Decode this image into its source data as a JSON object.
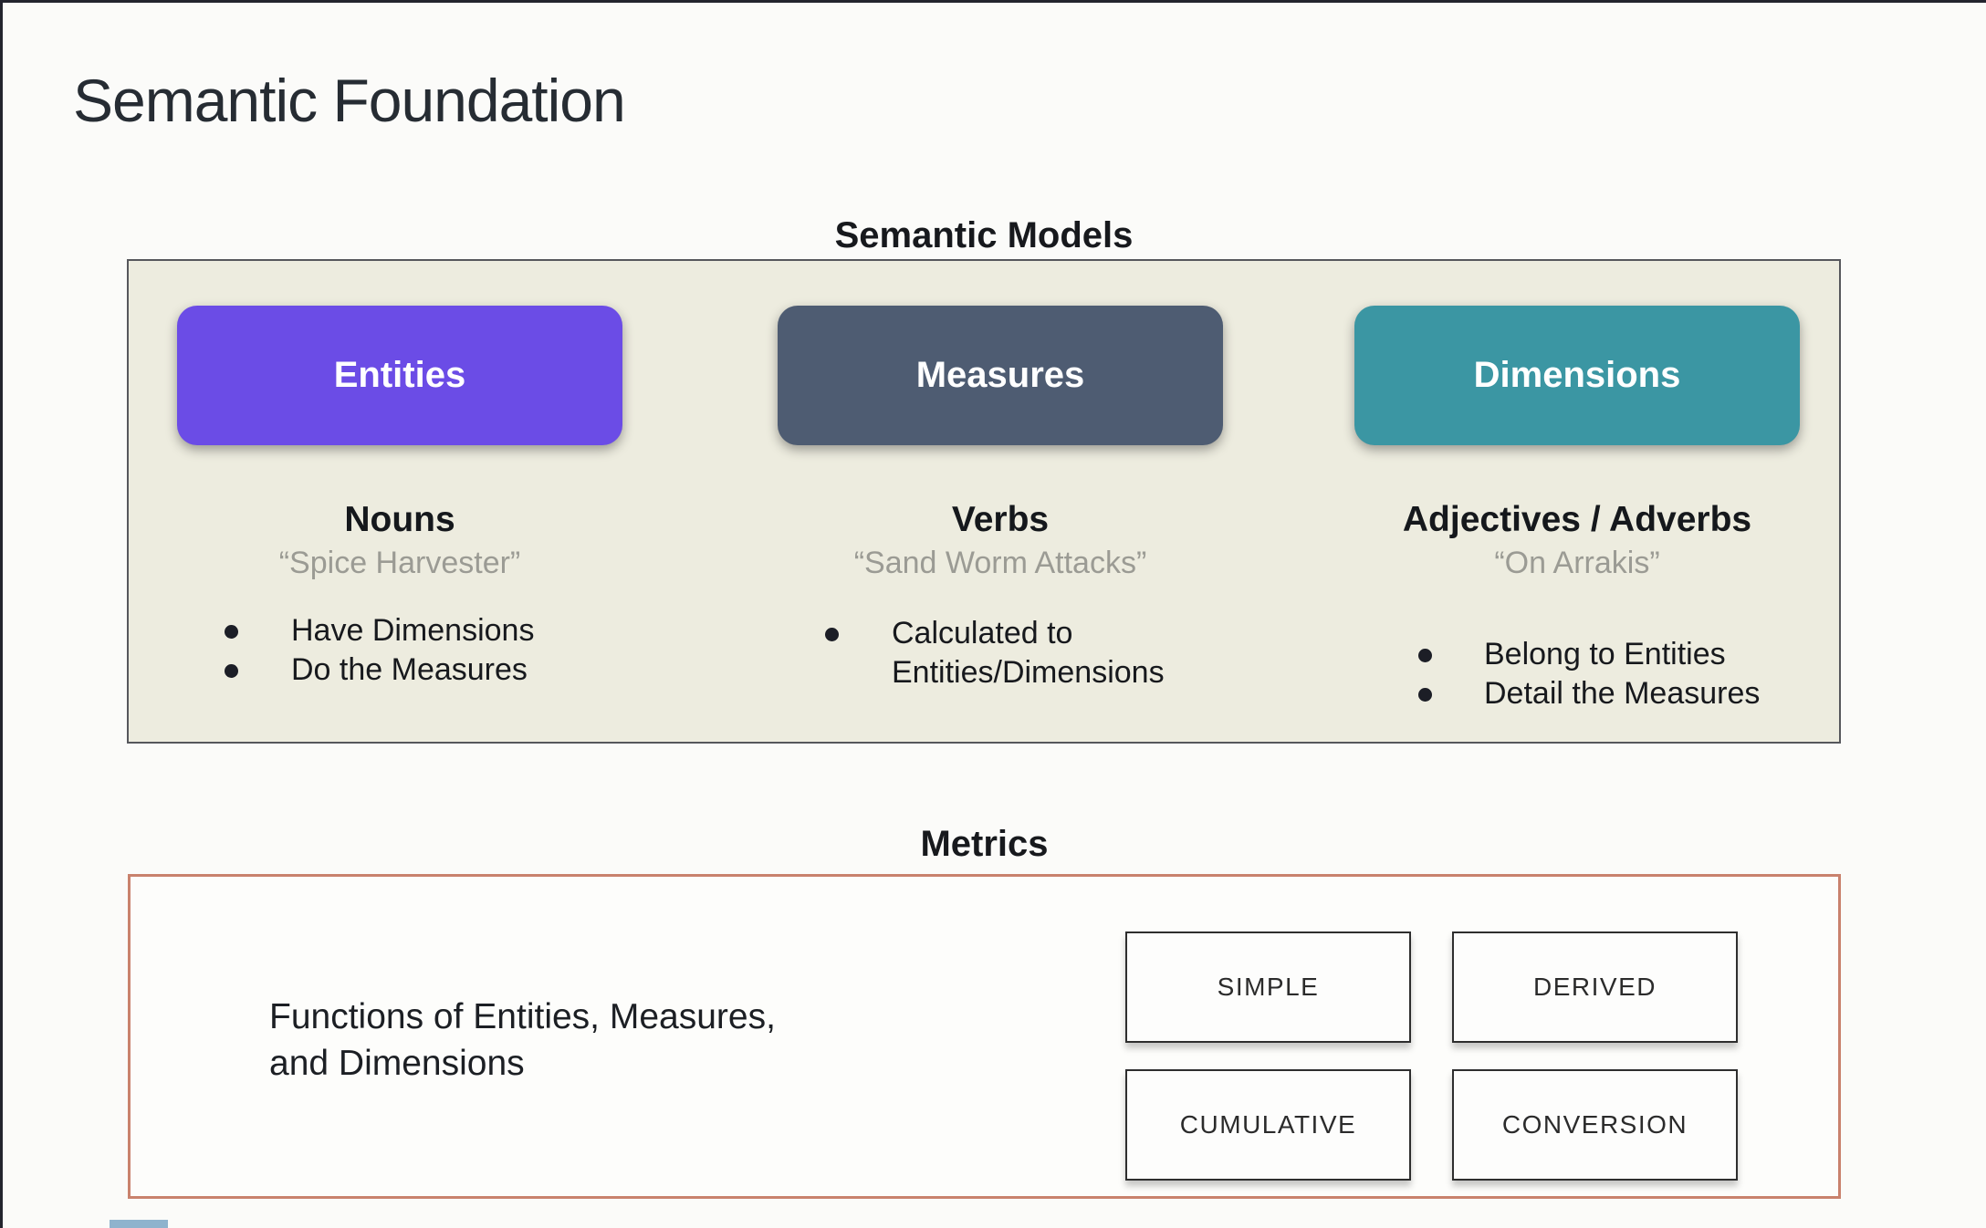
{
  "slide": {
    "title": "Semantic Foundation"
  },
  "semantic_models": {
    "heading": "Semantic Models",
    "columns": [
      {
        "pill_label": "Entities",
        "pill_color": "#6b4ce6",
        "category": "Nouns",
        "example_quote": "“Spice Harvester”",
        "bullets": [
          "Have Dimensions",
          "Do the Measures"
        ]
      },
      {
        "pill_label": "Measures",
        "pill_color": "#4e5c72",
        "category": "Verbs",
        "example_quote": "“Sand Worm Attacks”",
        "bullets": [
          "Calculated to Entities/Dimensions"
        ]
      },
      {
        "pill_label": "Dimensions",
        "pill_color": "#3b96a3",
        "category": "Adjectives / Adverbs",
        "example_quote": "“On Arrakis”",
        "bullets": [
          "Belong to Entities",
          "Detail the Measures"
        ]
      }
    ]
  },
  "metrics": {
    "heading": "Metrics",
    "description_line1": "Functions of Entities, Measures,",
    "description_line2": "and Dimensions",
    "types": [
      "SIMPLE",
      "DERIVED",
      "CUMULATIVE",
      "CONVERSION"
    ]
  },
  "colors": {
    "page_background": "#fbfbf9",
    "frame_line": "#23242e",
    "panel_background": "#edecdf",
    "panel_border": "#56575c",
    "entities_pill": "#6b4ce6",
    "measures_pill": "#4e5c72",
    "dimensions_pill": "#3b96a3",
    "metrics_box_border": "#c9826d",
    "quote_text": "#9b9b94",
    "heading_text": "#17191d"
  }
}
